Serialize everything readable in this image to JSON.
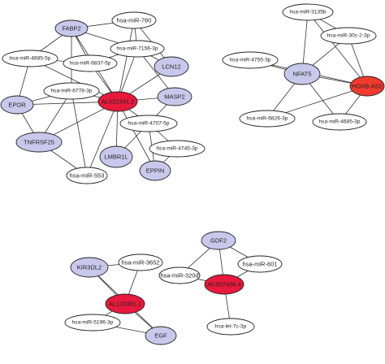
{
  "colors": {
    "mirna": "#ffffff",
    "mrna": "#c8c8ec",
    "lncrna": "#e8193c",
    "lncrna_alt": "#f03a2e",
    "edge": "#333333",
    "border": "#222222"
  },
  "nodes": [
    {
      "id": "FABP2",
      "label": "FABP2",
      "kind": "mrna"
    },
    {
      "id": "mir760",
      "label": "hsa-miR-760",
      "kind": "mirna"
    },
    {
      "id": "mir4685",
      "label": "hsa-miR-4685-5p",
      "kind": "mirna"
    },
    {
      "id": "mir6837",
      "label": "hsa-miR-6837-5p",
      "kind": "mirna"
    },
    {
      "id": "mir7156",
      "label": "hsa-miR-7156-3p",
      "kind": "mirna"
    },
    {
      "id": "LCN12",
      "label": "LCN12",
      "kind": "mrna"
    },
    {
      "id": "EPOR",
      "label": "EPOR",
      "kind": "mrna"
    },
    {
      "id": "mir6778",
      "label": "hsa-miR-6778-3p",
      "kind": "mirna"
    },
    {
      "id": "AL022341",
      "label": "AL022341.2",
      "kind": "lncrna"
    },
    {
      "id": "MASP2",
      "label": "MASP2",
      "kind": "mrna"
    },
    {
      "id": "TNFRSF25",
      "label": "TNFRSF25",
      "kind": "mrna"
    },
    {
      "id": "mir4707",
      "label": "hsa-miR-4707-5p",
      "kind": "mirna"
    },
    {
      "id": "mir4745",
      "label": "hsa-miR-4745-3p",
      "kind": "mirna"
    },
    {
      "id": "LMBR1L",
      "label": "LMBR1L",
      "kind": "mrna"
    },
    {
      "id": "EPPIN",
      "label": "EPPIN",
      "kind": "mrna"
    },
    {
      "id": "mir553",
      "label": "hsa-miR-553",
      "kind": "mirna"
    },
    {
      "id": "mir3135b",
      "label": "hsa-miR-3135b",
      "kind": "mirna"
    },
    {
      "id": "mir30c",
      "label": "hsa-miR-30c-2-3p",
      "kind": "mirna"
    },
    {
      "id": "mir4755",
      "label": "hsa-miR-4755-3p",
      "kind": "mirna"
    },
    {
      "id": "NFAT5",
      "label": "NFAT5",
      "kind": "mrna"
    },
    {
      "id": "HOXBAS2",
      "label": "HOXB-AS2",
      "kind": "lncrna_alt"
    },
    {
      "id": "mir6826",
      "label": "hsa-miR-6826-3p",
      "kind": "mirna"
    },
    {
      "id": "mir4685b",
      "label": "hsa-miR-4685-3p",
      "kind": "mirna"
    },
    {
      "id": "GDF2",
      "label": "GDF2",
      "kind": "mrna"
    },
    {
      "id": "mir601",
      "label": "hsa-miR-601",
      "kind": "mirna"
    },
    {
      "id": "mir320d",
      "label": "hsa-miR-320d",
      "kind": "mirna"
    },
    {
      "id": "AC007406",
      "label": "AC007406.4",
      "kind": "lncrna"
    },
    {
      "id": "let7c",
      "label": "hsa-let-7c-3p",
      "kind": "mirna"
    },
    {
      "id": "KIR3DL2",
      "label": "KIR3DL2",
      "kind": "mrna"
    },
    {
      "id": "mir3652",
      "label": "hsa-miR-3652",
      "kind": "mirna"
    },
    {
      "id": "AL133351",
      "label": "AL133351.1",
      "kind": "lncrna"
    },
    {
      "id": "mir5196",
      "label": "hsa-miR-5196-3p",
      "kind": "mirna"
    },
    {
      "id": "EGF",
      "label": "EGF",
      "kind": "mrna"
    }
  ],
  "edges": [
    [
      "FABP2",
      "mir760"
    ],
    [
      "FABP2",
      "mir4685"
    ],
    [
      "FABP2",
      "mir6837"
    ],
    [
      "FABP2",
      "mir7156"
    ],
    [
      "FABP2",
      "AL022341"
    ],
    [
      "FABP2",
      "mir6778"
    ],
    [
      "mir760",
      "mir7156"
    ],
    [
      "mir760",
      "LCN12"
    ],
    [
      "mir760",
      "AL022341"
    ],
    [
      "mir4685",
      "EPOR"
    ],
    [
      "mir4685",
      "AL022341"
    ],
    [
      "mir4685",
      "mir6837"
    ],
    [
      "mir6837",
      "AL022341"
    ],
    [
      "mir6837",
      "mir7156"
    ],
    [
      "mir7156",
      "AL022341"
    ],
    [
      "mir7156",
      "LCN12"
    ],
    [
      "mir7156",
      "MASP2"
    ],
    [
      "LCN12",
      "AL022341"
    ],
    [
      "EPOR",
      "mir6778"
    ],
    [
      "EPOR",
      "TNFRSF25"
    ],
    [
      "EPOR",
      "AL022341"
    ],
    [
      "mir6778",
      "AL022341"
    ],
    [
      "mir6778",
      "TNFRSF25"
    ],
    [
      "mir6778",
      "mir553"
    ],
    [
      "AL022341",
      "MASP2"
    ],
    [
      "AL022341",
      "TNFRSF25"
    ],
    [
      "AL022341",
      "mir4707"
    ],
    [
      "AL022341",
      "LMBR1L"
    ],
    [
      "AL022341",
      "EPPIN"
    ],
    [
      "AL022341",
      "mir553"
    ],
    [
      "MASP2",
      "mir4707"
    ],
    [
      "TNFRSF25",
      "mir553"
    ],
    [
      "mir4707",
      "LMBR1L"
    ],
    [
      "mir4707",
      "mir4745"
    ],
    [
      "mir4707",
      "EPPIN"
    ],
    [
      "mir4745",
      "EPPIN"
    ],
    [
      "mir3135b",
      "NFAT5"
    ],
    [
      "mir3135b",
      "mir30c"
    ],
    [
      "mir3135b",
      "HOXBAS2"
    ],
    [
      "mir30c",
      "NFAT5"
    ],
    [
      "mir30c",
      "HOXBAS2"
    ],
    [
      "mir4755",
      "NFAT5"
    ],
    [
      "mir4755",
      "HOXBAS2"
    ],
    [
      "NFAT5",
      "HOXBAS2"
    ],
    [
      "NFAT5",
      "mir6826"
    ],
    [
      "NFAT5",
      "mir4685b"
    ],
    [
      "HOXBAS2",
      "mir6826"
    ],
    [
      "HOXBAS2",
      "mir4685b"
    ],
    [
      "GDF2",
      "mir601"
    ],
    [
      "GDF2",
      "mir320d"
    ],
    [
      "GDF2",
      "AC007406"
    ],
    [
      "mir601",
      "AC007406"
    ],
    [
      "mir320d",
      "AC007406"
    ],
    [
      "AC007406",
      "let7c"
    ],
    [
      "KIR3DL2",
      "mir3652"
    ],
    [
      "KIR3DL2",
      "AL133351"
    ],
    [
      "KIR3DL2",
      "EGF"
    ],
    [
      "mir3652",
      "AL133351"
    ],
    [
      "AL133351",
      "mir5196"
    ],
    [
      "AL133351",
      "EGF"
    ],
    [
      "mir5196",
      "EGF"
    ]
  ]
}
